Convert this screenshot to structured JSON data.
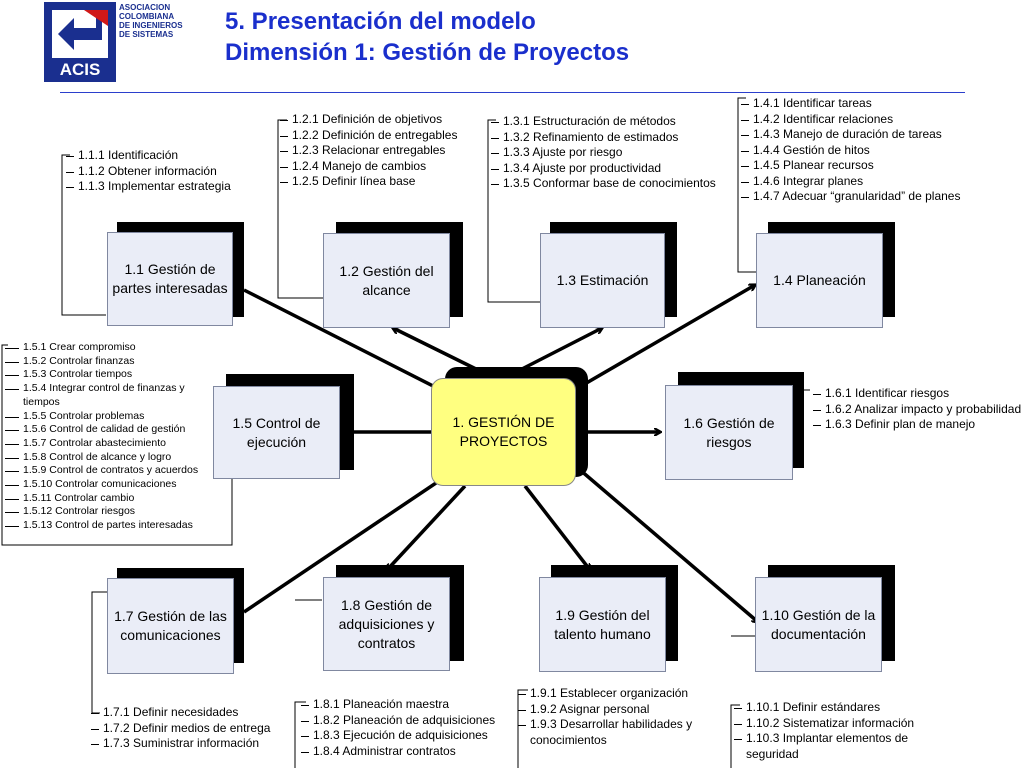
{
  "header": {
    "logo_text": "ACIS",
    "org_lines": [
      "ASOCIACION",
      "COLOMBIANA",
      "DE INGENIEROS",
      "DE SISTEMAS"
    ],
    "title_line1": "5. Presentación del modelo",
    "title_line2": "Dimensión 1: Gestión de Proyectos"
  },
  "colors": {
    "title": "#1a2fcc",
    "node_fill": "#eaedf7",
    "center_fill": "#ffff80",
    "logo": "#1a2f8f"
  },
  "center": {
    "label": "1. GESTIÓN DE PROYECTOS"
  },
  "nodes": [
    {
      "id": "1.1",
      "label": "1.1 Gestión de partes interesadas",
      "items": [
        "1.1.1 Identificación",
        "1.1.2 Obtener información",
        "1.1.3 Implementar estrategia"
      ]
    },
    {
      "id": "1.2",
      "label": "1.2 Gestión del alcance",
      "items": [
        "1.2.1 Definición de objetivos",
        "1.2.2 Definición de entregables",
        "1.2.3 Relacionar entregables",
        "1.2.4 Manejo de cambios",
        "1.2.5 Definir línea base"
      ]
    },
    {
      "id": "1.3",
      "label": "1.3 Estimación",
      "items": [
        "1.3.1 Estructuración de métodos",
        "1.3.2 Refinamiento de estimados",
        "1.3.3 Ajuste por riesgo",
        "1.3.4 Ajuste por productividad",
        "1.3.5 Conformar base de conocimientos"
      ]
    },
    {
      "id": "1.4",
      "label": "1.4 Planeación",
      "items": [
        "1.4.1 Identificar tareas",
        "1.4.2 Identificar relaciones",
        "1.4.3 Manejo de duración de tareas",
        "1.4.4 Gestión de hitos",
        "1.4.5 Planear recursos",
        "1.4.6 Integrar planes",
        "1.4.7 Adecuar “granularidad” de planes"
      ]
    },
    {
      "id": "1.5",
      "label": "1.5 Control de ejecución",
      "items": [
        "1.5.1 Crear compromiso",
        "1.5.2 Controlar finanzas",
        "1.5.3 Controlar tiempos",
        "1.5.4 Integrar control de finanzas y tiempos",
        "1.5.5 Controlar problemas",
        "1.5.6 Control de calidad de gestión",
        "1.5.7 Controlar abastecimiento",
        "1.5.8 Control de alcance y logro",
        "1.5.9 Control de contratos y acuerdos",
        "1.5.10 Controlar comunicaciones",
        "1.5.11 Controlar cambio",
        "1.5.12 Controlar riesgos",
        "1.5.13 Control de partes interesadas"
      ]
    },
    {
      "id": "1.6",
      "label": "1.6 Gestión de riesgos",
      "items": [
        "1.6.1 Identificar riesgos",
        "1.6.2 Analizar impacto y probabilidad",
        "1.6.3 Definir plan de manejo"
      ]
    },
    {
      "id": "1.7",
      "label": "1.7 Gestión de las comunicaciones",
      "items": [
        "1.7.1 Definir necesidades",
        "1.7.2 Definir medios de entrega",
        "1.7.3 Suministrar información"
      ]
    },
    {
      "id": "1.8",
      "label": "1.8 Gestión de adquisiciones y contratos",
      "items": [
        "1.8.1 Planeación maestra",
        "1.8.2 Planeación de adquisiciones",
        "1.8.3 Ejecución de adquisiciones",
        "1.8.4 Administrar contratos"
      ]
    },
    {
      "id": "1.9",
      "label": "1.9 Gestión del talento humano",
      "items": [
        "1.9.1 Establecer organización",
        "1.9.2 Asignar personal",
        "1.9.3 Desarrollar habilidades y conocimientos"
      ]
    },
    {
      "id": "1.10",
      "label": "1.10 Gestión de la documentación",
      "items": [
        "1.10.1 Definir estándares",
        "1.10.2 Sistematizar información",
        "1.10.3 Implantar elementos de seguridad"
      ]
    }
  ]
}
